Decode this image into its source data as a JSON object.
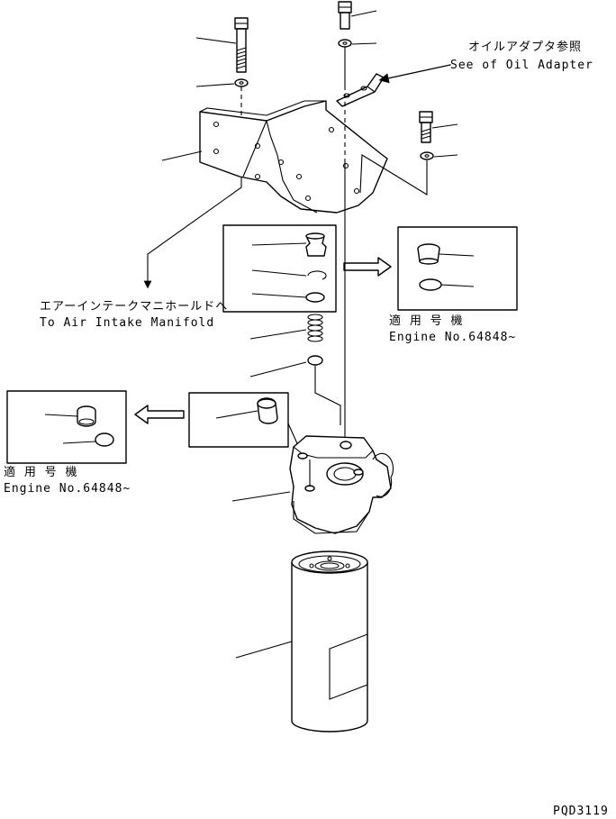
{
  "notes": {
    "oil_adapter_jp": "オイルアダプタ参照",
    "oil_adapter_en": "See of Oil Adapter",
    "intake_jp": "エアーインテークマニホールドへ",
    "intake_en": "To Air Intake Manifold",
    "serial_right_jp": "適 用 号 機",
    "serial_right_en": "Engine No.64848~",
    "serial_left_jp": "適 用 号 機",
    "serial_left_en": "Engine No.64848~"
  },
  "drawing_code": "PQD3119"
}
